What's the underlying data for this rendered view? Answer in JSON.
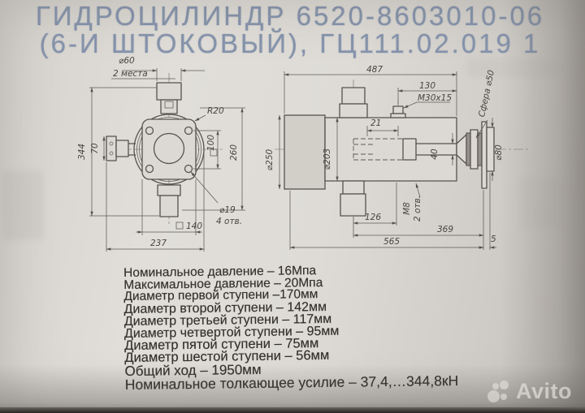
{
  "title": {
    "line1": "ГИДРОЦИЛИНДР 6520-8603010-06",
    "line2": "(6-И ШТОКОВЫЙ), ГЦ111.02.019 1"
  },
  "drawing": {
    "front": {
      "d60": "⌀60",
      "places": "2 места",
      "r20": "R20",
      "sq100": "100",
      "dim260": "260",
      "d19": "⌀19",
      "holes4": "4 отв.",
      "sq140": "140",
      "dim237": "237",
      "dim344": "344",
      "dim70": "70"
    },
    "side": {
      "dim487": "487",
      "dim130": "130",
      "thread": "М30х15",
      "dim21": "21",
      "d250": "⌀250",
      "d203": "⌀203",
      "dim40": "40",
      "sphere": "Сфера ⌀50",
      "d80": "⌀80",
      "m8": "М8",
      "m8holes": "2 отв.",
      "dim126": "126",
      "dim369": "369",
      "dim565": "565",
      "dim5": "5"
    }
  },
  "specs": {
    "items": [
      "Номинальное давление – 16Мпа",
      "Максимальное давление – 20Мпа",
      "Диаметр первой ступени –170мм",
      "Диаметр второй ступени – 142мм",
      "Диаметр третьей ступени – 117мм",
      "Диаметр четвертой ступени – 95мм",
      "Диаметр пятой ступени – 75мм",
      "Диаметр шестой ступени – 56мм",
      "Общий ход – 1950мм",
      "Номинальное толкающее усилие – 37,4,…344,8кН"
    ]
  },
  "watermark": {
    "brand": "Avito",
    "logo_icon": "avito-dots-logo"
  },
  "colors": {
    "title_blue": "#8694ac",
    "ink": "#56524c",
    "paper": "#dcd9d4",
    "spec_text": "#34322e",
    "watermark": "#d9d7d3"
  }
}
